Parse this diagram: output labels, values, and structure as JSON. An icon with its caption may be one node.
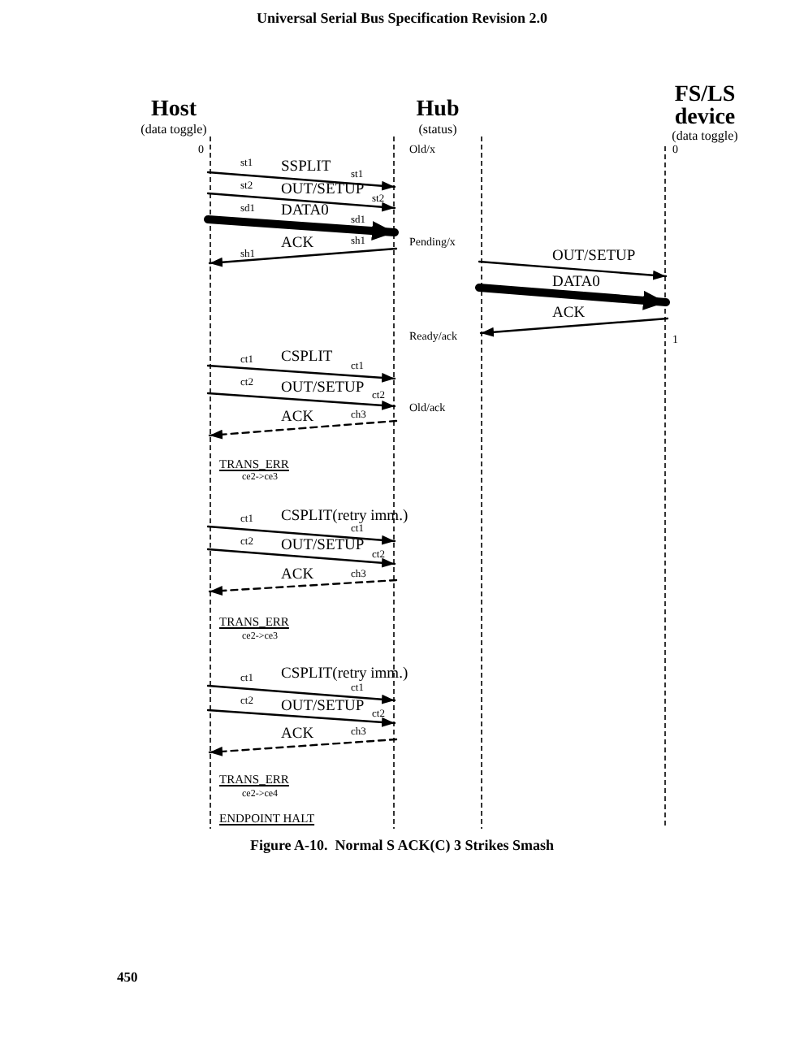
{
  "diagram": {
    "caption": "Figure A-10.  Normal S ACK(C) 3 Strikes Smash",
    "nodes": [
      {
        "text": [
          "Host",
          "(data toggle)"
        ]
      },
      {
        "text": [
          "Hub",
          "(status)"
        ]
      },
      {
        "text": [
          "FS/LS device",
          "(data toggle)"
        ]
      }
    ],
    "edges": [
      {
        "from": 0,
        "to": 1,
        "arrow": "to",
        "label": "SSPLIT"
      },
      {
        "from": 0,
        "to": 1,
        "arrow": "to",
        "label": "OUT/SETUP"
      },
      {
        "from": 0,
        "to": 1,
        "arrow": "to",
        "label": "DATA0",
        "style": "thick"
      },
      {
        "from": 1,
        "to": 0,
        "arrow": "to",
        "label": "ACK"
      },
      {
        "from": 1,
        "to": 2,
        "arrow": "to",
        "label": "OUT/SETUP"
      },
      {
        "from": 1,
        "to": 2,
        "arrow": "to",
        "label": "DATA0",
        "style": "thick"
      },
      {
        "from": 2,
        "to": 1,
        "arrow": "to",
        "label": "ACK"
      },
      {
        "from": 0,
        "to": 1,
        "arrow": "to",
        "label": "CSPLIT"
      },
      {
        "from": 0,
        "to": 1,
        "arrow": "to",
        "label": "OUT/SETUP"
      },
      {
        "from": 1,
        "to": 0,
        "arrow": "to",
        "label": "ACK",
        "style": "dashed"
      },
      {
        "from": 0,
        "to": 1,
        "arrow": "to",
        "label": "CSPLIT(retry imm.)"
      },
      {
        "from": 0,
        "to": 1,
        "arrow": "to",
        "label": "OUT/SETUP"
      },
      {
        "from": 1,
        "to": 0,
        "arrow": "to",
        "label": "ACK",
        "style": "dashed"
      },
      {
        "from": 0,
        "to": 1,
        "arrow": "to",
        "label": "CSPLIT(retry imm.)"
      },
      {
        "from": 0,
        "to": 1,
        "arrow": "to",
        "label": "OUT/SETUP"
      },
      {
        "from": 1,
        "to": 0,
        "arrow": "to",
        "label": "ACK",
        "style": "dashed"
      }
    ],
    "labels": [
      "Universal Serial Bus Specification Revision 2.0",
      "0",
      "Old/x",
      "0",
      "st1",
      "st1",
      "st2",
      "st2",
      "sd1",
      "sd1",
      "sh1",
      "sh1",
      "Pending/x",
      "Ready/ack",
      "1",
      "ct1",
      "ct1",
      "ct2",
      "ct2",
      "ch3",
      "Old/ack",
      "TRANS_ERR",
      "ce2->ce3",
      "ct1",
      "ct1",
      "ct2",
      "ct2",
      "ch3",
      "TRANS_ERR",
      "ce2->ce3",
      "ct1",
      "ct1",
      "ct2",
      "ct2",
      "ch3",
      "TRANS_ERR",
      "ce2->ce4",
      "ENDPOINT HALT",
      "450"
    ]
  }
}
